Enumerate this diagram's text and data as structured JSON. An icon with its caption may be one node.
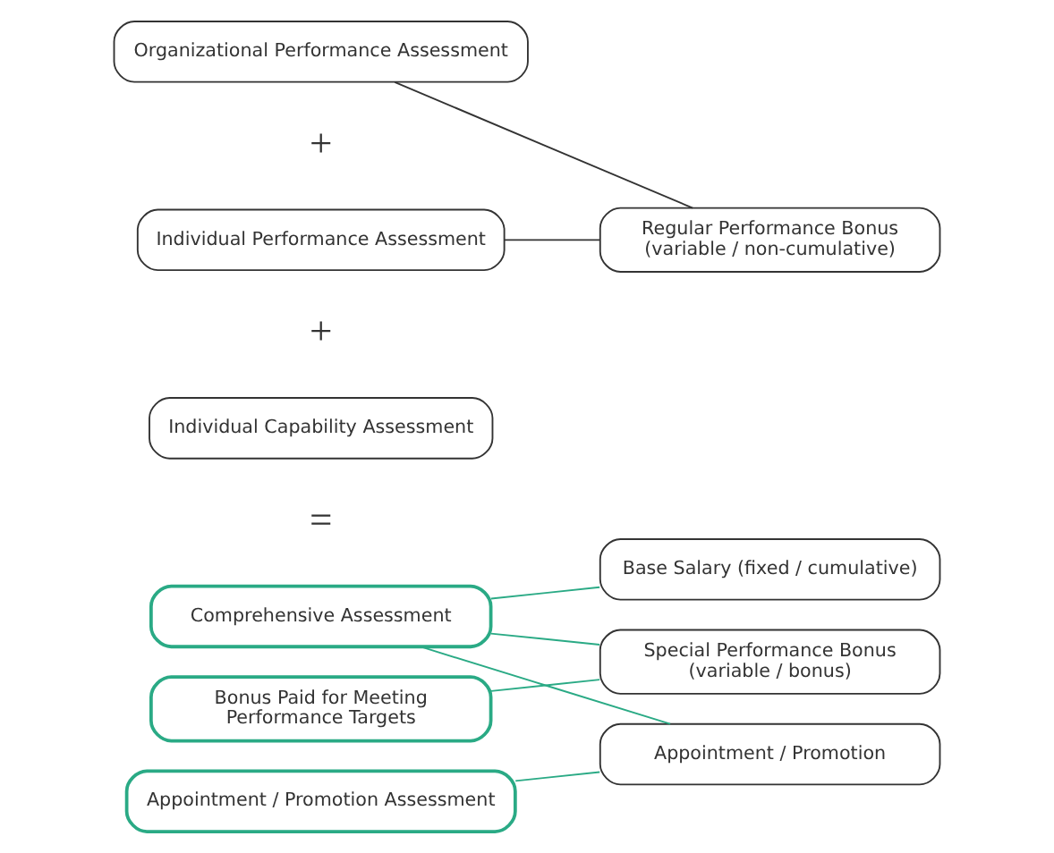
{
  "diagram": {
    "nodes": [
      {
        "text": [
          "Organizational Performance Assessment"
        ]
      },
      {
        "text": [
          "Regular Performance Bonus (variable / non-cumulative)"
        ]
      },
      {
        "text": [
          "Individual Performance Assessment"
        ]
      },
      {
        "text": [
          "Individual Capability Assessment"
        ]
      },
      {
        "text": [
          "Comprehensive Assessment"
        ]
      },
      {
        "text": [
          "Base Salary (fixed / cumulative)"
        ]
      },
      {
        "text": [
          "Bonus Paid for Meeting Performance Targets"
        ]
      },
      {
        "text": [
          "Special Performance Bonus (variable / bonus)"
        ]
      },
      {
        "text": [
          "Appointment / Promotion Assessment"
        ]
      },
      {
        "text": [
          "Appointment / Promotion"
        ]
      }
    ],
    "edges": [
      {
        "from": 0,
        "to": 1,
        "arrow": "none",
        "color": "#333333"
      },
      {
        "from": 2,
        "to": 1,
        "arrow": "none",
        "color": "#333333"
      },
      {
        "from": 4,
        "to": 5,
        "arrow": "none"
      },
      {
        "from": 4,
        "to": 7,
        "arrow": "none"
      },
      {
        "from": 4,
        "to": 9,
        "arrow": "none"
      },
      {
        "from": 6,
        "to": 7,
        "arrow": "none"
      },
      {
        "from": 8,
        "to": 9,
        "arrow": "none"
      }
    ],
    "labels": [
      "+",
      "+",
      "="
    ]
  }
}
